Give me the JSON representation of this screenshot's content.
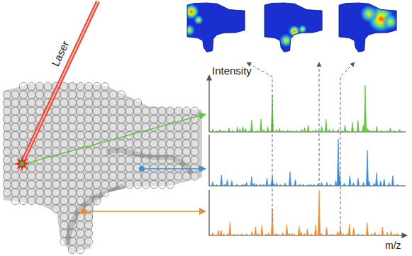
{
  "diagram": {
    "labels": [
      "Laser",
      "Intensity",
      "m/z"
    ]
  }
}
